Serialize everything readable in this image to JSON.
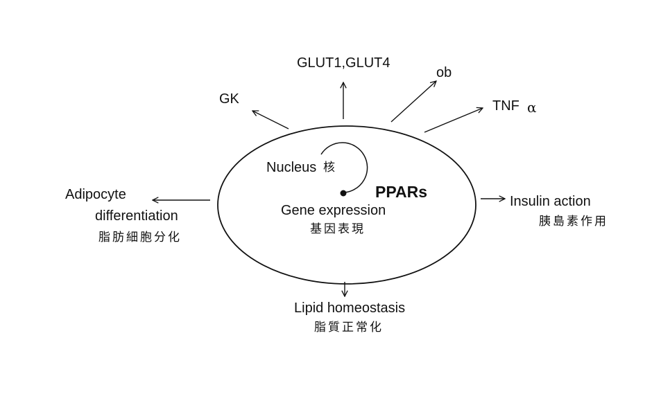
{
  "diagram": {
    "center": {
      "nucleus_label": "Nucleus",
      "nucleus_cjk": "核",
      "title": "PPARs",
      "gene_expression": "Gene expression",
      "gene_expression_cjk": "基因表現"
    },
    "outputs": {
      "gk": "GK",
      "glut": "GLUT1,GLUT4",
      "ob": "ob",
      "tnf": "TNF",
      "tnf_symbol": "α",
      "insulin": "Insulin action",
      "insulin_cjk": "胰島素作用",
      "lipid": "Lipid homeostasis",
      "lipid_cjk": "脂質正常化",
      "adipocyte_line1": "Adipocyte",
      "adipocyte_line2": "differentiation",
      "adipocyte_cjk": "脂肪細胞分化"
    },
    "colors": {
      "ink": "#111111",
      "background": "#ffffff"
    }
  }
}
